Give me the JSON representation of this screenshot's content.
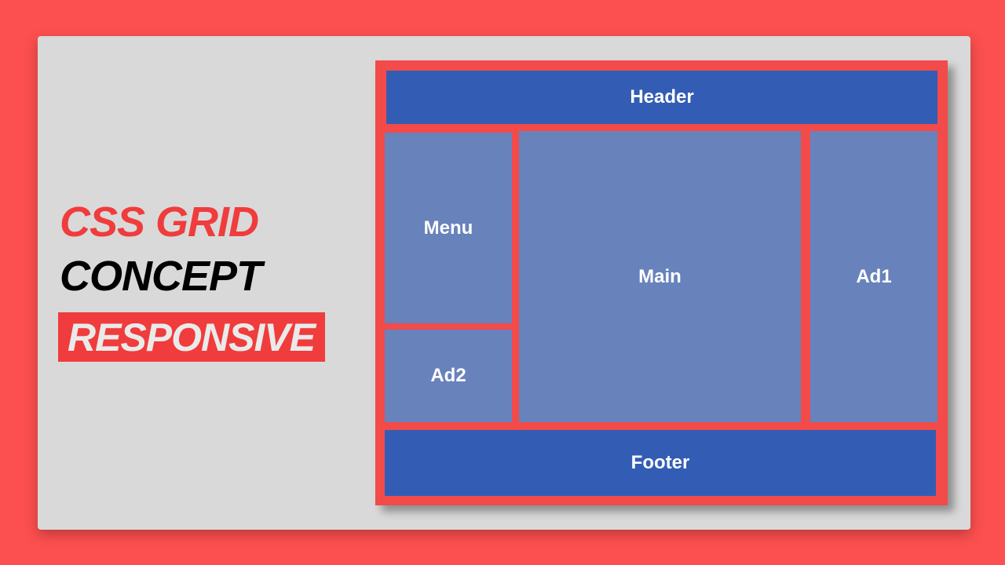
{
  "colors": {
    "background": "#fc4f4f",
    "card": "#d9d9d9",
    "accent_red": "#f03c3c",
    "grid_frame": "#f34a4a",
    "dark_blue": "#335db4",
    "light_blue": "#6882bc",
    "white_text": "#ffffff",
    "light_text": "#eaeaea"
  },
  "title": {
    "line1": "CSS GRID",
    "line2": "CONCEPT",
    "line3": "RESPONSIVE"
  },
  "grid": {
    "header": "Header",
    "menu": "Menu",
    "main": "Main",
    "ad1": "Ad1",
    "ad2": "Ad2",
    "footer": "Footer"
  }
}
